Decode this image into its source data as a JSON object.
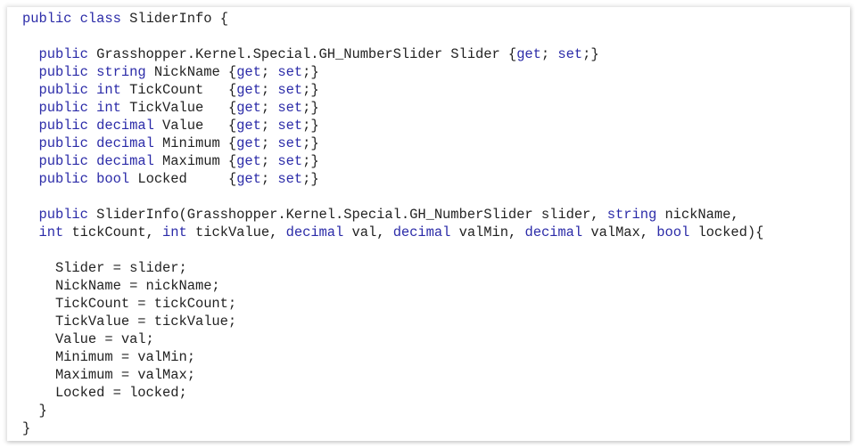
{
  "colors": {
    "keyword": "#2b2ba8",
    "text": "#222222",
    "background": "#ffffff"
  },
  "code": {
    "language": "C#",
    "lines": [
      [
        {
          "t": "kw",
          "v": "public"
        },
        {
          "t": "tx",
          "v": " "
        },
        {
          "t": "kw",
          "v": "class"
        },
        {
          "t": "tx",
          "v": " SliderInfo {"
        }
      ],
      [],
      [
        {
          "t": "tx",
          "v": "  "
        },
        {
          "t": "kw",
          "v": "public"
        },
        {
          "t": "tx",
          "v": " Grasshopper.Kernel.Special.GH_NumberSlider Slider {"
        },
        {
          "t": "kw",
          "v": "get"
        },
        {
          "t": "tx",
          "v": "; "
        },
        {
          "t": "kw",
          "v": "set"
        },
        {
          "t": "tx",
          "v": ";}"
        }
      ],
      [
        {
          "t": "tx",
          "v": "  "
        },
        {
          "t": "kw",
          "v": "public"
        },
        {
          "t": "tx",
          "v": " "
        },
        {
          "t": "kw",
          "v": "string"
        },
        {
          "t": "tx",
          "v": " NickName {"
        },
        {
          "t": "kw",
          "v": "get"
        },
        {
          "t": "tx",
          "v": "; "
        },
        {
          "t": "kw",
          "v": "set"
        },
        {
          "t": "tx",
          "v": ";}"
        }
      ],
      [
        {
          "t": "tx",
          "v": "  "
        },
        {
          "t": "kw",
          "v": "public"
        },
        {
          "t": "tx",
          "v": " "
        },
        {
          "t": "kw",
          "v": "int"
        },
        {
          "t": "tx",
          "v": " TickCount   {"
        },
        {
          "t": "kw",
          "v": "get"
        },
        {
          "t": "tx",
          "v": "; "
        },
        {
          "t": "kw",
          "v": "set"
        },
        {
          "t": "tx",
          "v": ";}"
        }
      ],
      [
        {
          "t": "tx",
          "v": "  "
        },
        {
          "t": "kw",
          "v": "public"
        },
        {
          "t": "tx",
          "v": " "
        },
        {
          "t": "kw",
          "v": "int"
        },
        {
          "t": "tx",
          "v": " TickValue   {"
        },
        {
          "t": "kw",
          "v": "get"
        },
        {
          "t": "tx",
          "v": "; "
        },
        {
          "t": "kw",
          "v": "set"
        },
        {
          "t": "tx",
          "v": ";}"
        }
      ],
      [
        {
          "t": "tx",
          "v": "  "
        },
        {
          "t": "kw",
          "v": "public"
        },
        {
          "t": "tx",
          "v": " "
        },
        {
          "t": "kw",
          "v": "decimal"
        },
        {
          "t": "tx",
          "v": " Value   {"
        },
        {
          "t": "kw",
          "v": "get"
        },
        {
          "t": "tx",
          "v": "; "
        },
        {
          "t": "kw",
          "v": "set"
        },
        {
          "t": "tx",
          "v": ";}"
        }
      ],
      [
        {
          "t": "tx",
          "v": "  "
        },
        {
          "t": "kw",
          "v": "public"
        },
        {
          "t": "tx",
          "v": " "
        },
        {
          "t": "kw",
          "v": "decimal"
        },
        {
          "t": "tx",
          "v": " Minimum {"
        },
        {
          "t": "kw",
          "v": "get"
        },
        {
          "t": "tx",
          "v": "; "
        },
        {
          "t": "kw",
          "v": "set"
        },
        {
          "t": "tx",
          "v": ";}"
        }
      ],
      [
        {
          "t": "tx",
          "v": "  "
        },
        {
          "t": "kw",
          "v": "public"
        },
        {
          "t": "tx",
          "v": " "
        },
        {
          "t": "kw",
          "v": "decimal"
        },
        {
          "t": "tx",
          "v": " Maximum {"
        },
        {
          "t": "kw",
          "v": "get"
        },
        {
          "t": "tx",
          "v": "; "
        },
        {
          "t": "kw",
          "v": "set"
        },
        {
          "t": "tx",
          "v": ";}"
        }
      ],
      [
        {
          "t": "tx",
          "v": "  "
        },
        {
          "t": "kw",
          "v": "public"
        },
        {
          "t": "tx",
          "v": " "
        },
        {
          "t": "kw",
          "v": "bool"
        },
        {
          "t": "tx",
          "v": " Locked     {"
        },
        {
          "t": "kw",
          "v": "get"
        },
        {
          "t": "tx",
          "v": "; "
        },
        {
          "t": "kw",
          "v": "set"
        },
        {
          "t": "tx",
          "v": ";}"
        }
      ],
      [],
      [
        {
          "t": "tx",
          "v": "  "
        },
        {
          "t": "kw",
          "v": "public"
        },
        {
          "t": "tx",
          "v": " SliderInfo(Grasshopper.Kernel.Special.GH_NumberSlider slider, "
        },
        {
          "t": "kw",
          "v": "string"
        },
        {
          "t": "tx",
          "v": " nickName,"
        }
      ],
      [
        {
          "t": "tx",
          "v": "  "
        },
        {
          "t": "kw",
          "v": "int"
        },
        {
          "t": "tx",
          "v": " tickCount, "
        },
        {
          "t": "kw",
          "v": "int"
        },
        {
          "t": "tx",
          "v": " tickValue, "
        },
        {
          "t": "kw",
          "v": "decimal"
        },
        {
          "t": "tx",
          "v": " val, "
        },
        {
          "t": "kw",
          "v": "decimal"
        },
        {
          "t": "tx",
          "v": " valMin, "
        },
        {
          "t": "kw",
          "v": "decimal"
        },
        {
          "t": "tx",
          "v": " valMax, "
        },
        {
          "t": "kw",
          "v": "bool"
        },
        {
          "t": "tx",
          "v": " locked){"
        }
      ],
      [],
      [
        {
          "t": "tx",
          "v": "    Slider = slider;"
        }
      ],
      [
        {
          "t": "tx",
          "v": "    NickName = nickName;"
        }
      ],
      [
        {
          "t": "tx",
          "v": "    TickCount = tickCount;"
        }
      ],
      [
        {
          "t": "tx",
          "v": "    TickValue = tickValue;"
        }
      ],
      [
        {
          "t": "tx",
          "v": "    Value = val;"
        }
      ],
      [
        {
          "t": "tx",
          "v": "    Minimum = valMin;"
        }
      ],
      [
        {
          "t": "tx",
          "v": "    Maximum = valMax;"
        }
      ],
      [
        {
          "t": "tx",
          "v": "    Locked = locked;"
        }
      ],
      [
        {
          "t": "tx",
          "v": "  }"
        }
      ],
      [
        {
          "t": "tx",
          "v": "}"
        }
      ]
    ]
  }
}
